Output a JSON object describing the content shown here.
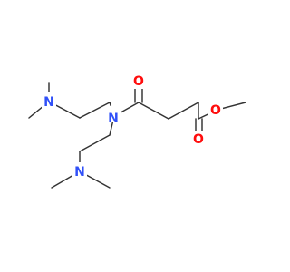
{
  "molecule": {
    "atoms": {
      "n_amide": "N",
      "n_upper_amine": "N",
      "n_lower_amine": "N",
      "o_carbonyl_amide": "O",
      "o_ester_single": "O",
      "o_ester_carbonyl": "O"
    },
    "colors": {
      "bond": "#333333",
      "nitrogen": "#3050f8",
      "oxygen": "#ff0d0d",
      "background": "#ffffff"
    }
  }
}
